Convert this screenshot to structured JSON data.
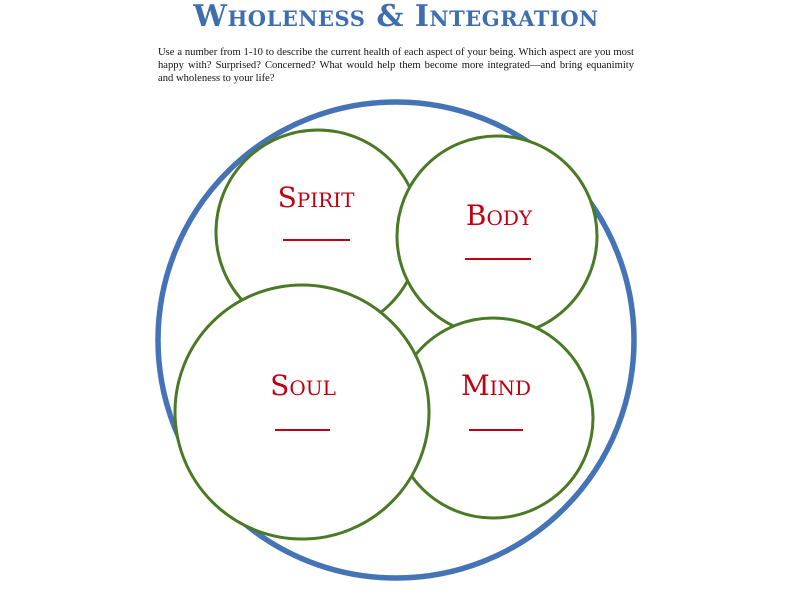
{
  "title": "Wholeness & Integration",
  "instructions": "Use a number from 1-10 to describe the current health of each aspect of your being. Which aspect are you most happy with? Surprised? Concerned? What would help them become more integrated—and bring equanimity and wholeness to your life?",
  "colors": {
    "title": "#3e6eae",
    "outer_circle": "#4474b6",
    "inner_circles": "#4a7a25",
    "labels": "#c00010"
  },
  "aspects": [
    {
      "id": "spirit",
      "label": "Spirit",
      "blank": ""
    },
    {
      "id": "body",
      "label": "Body",
      "blank": ""
    },
    {
      "id": "soul",
      "label": "Soul",
      "blank": ""
    },
    {
      "id": "mind",
      "label": "Mind",
      "blank": ""
    }
  ]
}
